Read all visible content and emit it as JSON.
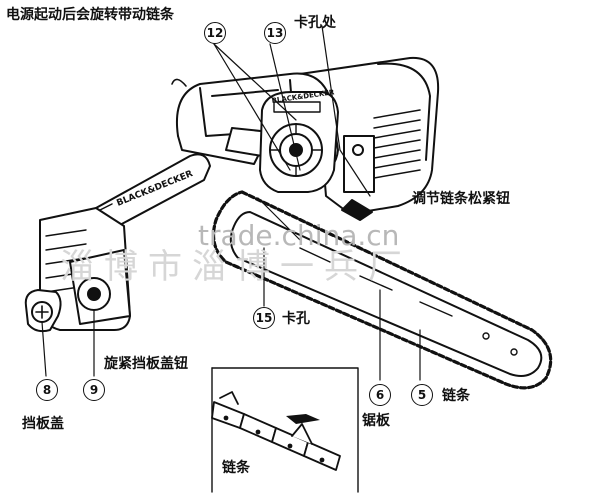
{
  "labels": {
    "top_title": "电源起动后会旋转带动链条",
    "notch_top": "卡孔处",
    "adjust_knob": "调节链条松紧钮",
    "notch_15": "卡孔",
    "cover_knob": "旋紧挡板盖钮",
    "cover": "挡板盖",
    "chain_5": "链条",
    "bar_6": "锯板",
    "inset_chain": "链条"
  },
  "callouts": {
    "n12": "12",
    "n13": "13",
    "n15": "15",
    "n8": "8",
    "n9": "9",
    "n6": "6",
    "n5": "5"
  },
  "brand": {
    "motor_label": "BLACK&DECKER",
    "guard_label": "BLACK&DECKER"
  },
  "watermark": {
    "site": "trade.china.cn",
    "company": "淄博市淄博一兵厂"
  },
  "colors": {
    "ink": "#111111",
    "watermark": "#c9c9c9",
    "background": "#ffffff"
  }
}
